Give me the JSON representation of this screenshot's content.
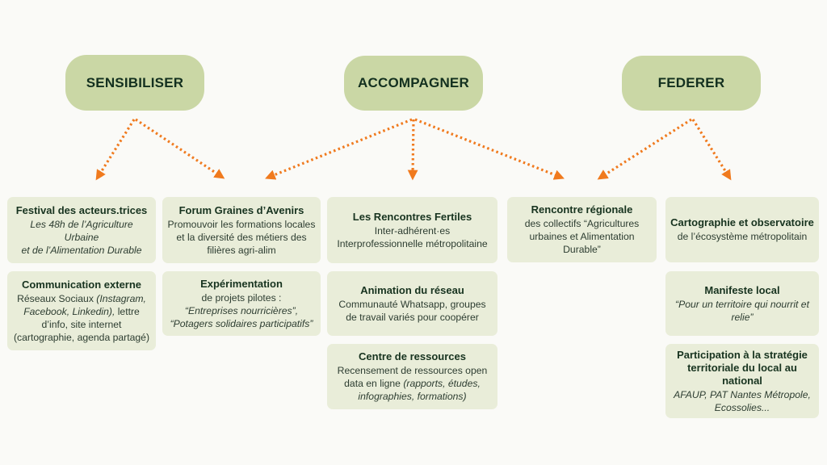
{
  "colors": {
    "accent": "#f07a1e",
    "pill": "#cad7a5",
    "box": "#e9edd9",
    "text": "#17331f"
  },
  "pillars": [
    {
      "label": "SENSIBILISER"
    },
    {
      "label": "ACCOMPAGNER"
    },
    {
      "label": "FEDERER"
    }
  ],
  "boxes": {
    "festival": {
      "title": "Festival des acteurs.trices",
      "line1": "Les 48h de l’Agriculture Urbaine",
      "line2": "et de l’Alimentation Durable"
    },
    "communication": {
      "title": "Communication externe",
      "text_a": "Réseaux Sociaux ",
      "italic": "(Instagram, Facebook, Linkedin),",
      "text_b": " lettre d’info, site internet (cartographie, agenda partagé)"
    },
    "forum": {
      "title": "Forum Graines d’Avenirs",
      "text": "Promouvoir les formations locales et la diversité des métiers des filières agri-alim"
    },
    "experimentation": {
      "title": "Expérimentation",
      "text": "de projets pilotes :",
      "italic1": "“Entreprises nourricières”,",
      "italic2": "“Potagers solidaires participatifs”"
    },
    "rencontres": {
      "title": "Les Rencontres Fertiles",
      "line1": "Inter-adhérent·es",
      "line2": "Interprofessionnelle métropolitaine"
    },
    "animation": {
      "title": "Animation du réseau",
      "text": "Communauté Whatsapp, groupes de travail variés pour coopérer"
    },
    "centre": {
      "title": "Centre de ressources",
      "text": "Recensement de ressources open data en ligne ",
      "italic": "(rapports, études, infographies, formations)"
    },
    "regionale": {
      "title": "Rencontre régionale",
      "text": "des collectifs “Agricultures urbaines et Alimentation Durable”"
    },
    "cartographie": {
      "title": "Cartographie et observatoire",
      "text": "de l’écosystème métropolitain"
    },
    "manifeste": {
      "title": "Manifeste local",
      "italic": "“Pour un territoire qui nourrit et relie”"
    },
    "participation": {
      "title": "Participation à la stratégie territoriale du local au national",
      "italic": "AFAUP, PAT Nantes Métropole, Ecossolies..."
    }
  }
}
